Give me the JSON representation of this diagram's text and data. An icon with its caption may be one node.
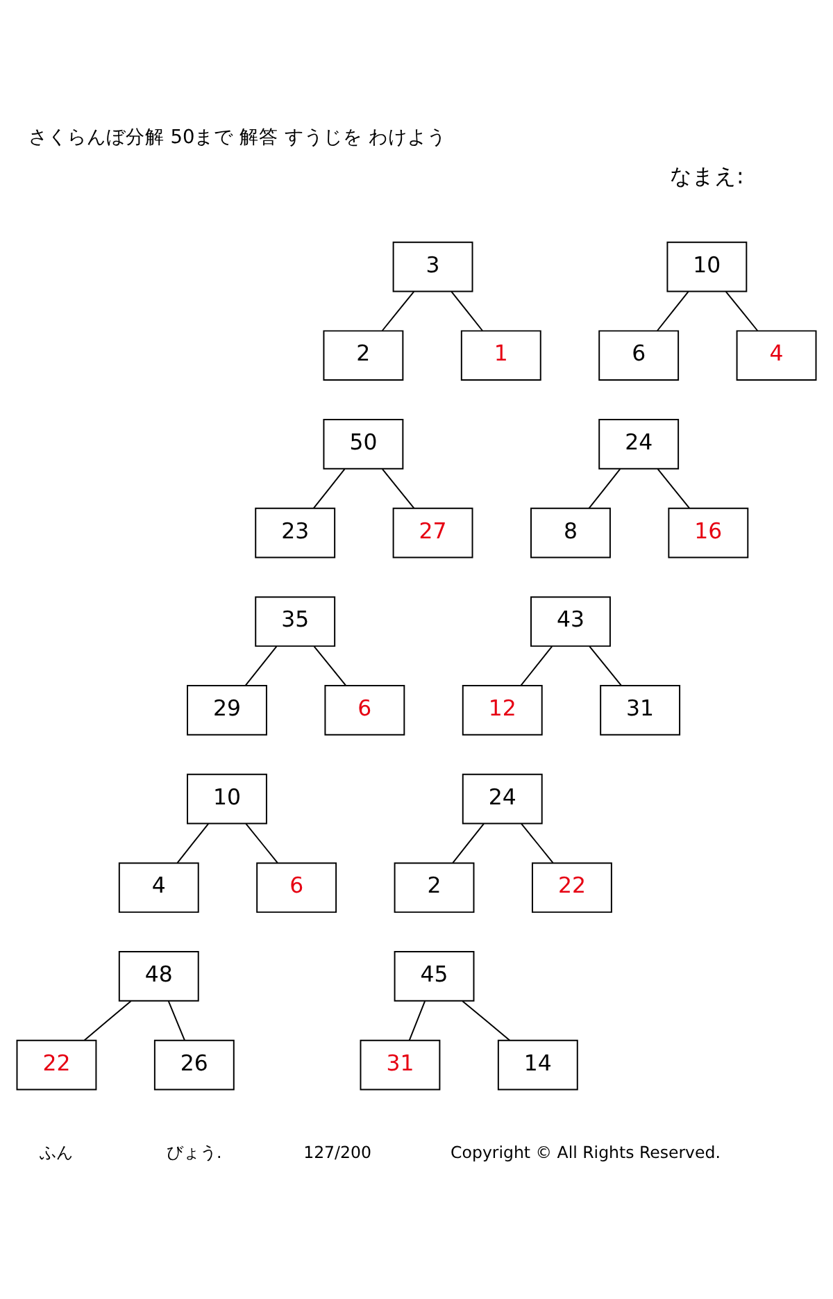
{
  "diagram": {
    "title": "さくらんぼ分解 50まで 解答 すうじを わけよう",
    "nodes": [
      {
        "text": [
          "3"
        ]
      },
      {
        "text": [
          "2"
        ]
      },
      {
        "text": [
          "1"
        ]
      },
      {
        "text": [
          "10"
        ]
      },
      {
        "text": [
          "6"
        ]
      },
      {
        "text": [
          "4"
        ]
      },
      {
        "text": [
          "50"
        ]
      },
      {
        "text": [
          "23"
        ]
      },
      {
        "text": [
          "27"
        ]
      },
      {
        "text": [
          "24"
        ]
      },
      {
        "text": [
          "8"
        ]
      },
      {
        "text": [
          "16"
        ]
      },
      {
        "text": [
          "35"
        ]
      },
      {
        "text": [
          "29"
        ]
      },
      {
        "text": [
          "6"
        ]
      },
      {
        "text": [
          "43"
        ]
      },
      {
        "text": [
          "12"
        ]
      },
      {
        "text": [
          "31"
        ]
      },
      {
        "text": [
          "10"
        ]
      },
      {
        "text": [
          "4"
        ]
      },
      {
        "text": [
          "6"
        ]
      },
      {
        "text": [
          "24"
        ]
      },
      {
        "text": [
          "2"
        ]
      },
      {
        "text": [
          "22"
        ]
      },
      {
        "text": [
          "48"
        ]
      },
      {
        "text": [
          "22"
        ]
      },
      {
        "text": [
          "26"
        ]
      },
      {
        "text": [
          "45"
        ]
      },
      {
        "text": [
          "31"
        ]
      },
      {
        "text": [
          "14"
        ]
      }
    ],
    "edges": [
      {
        "from": 0,
        "to": 1,
        "arrow": "none"
      },
      {
        "from": 0,
        "to": 2,
        "arrow": "none"
      },
      {
        "from": 3,
        "to": 4,
        "arrow": "none"
      },
      {
        "from": 3,
        "to": 5,
        "arrow": "none"
      },
      {
        "from": 6,
        "to": 7,
        "arrow": "none"
      },
      {
        "from": 6,
        "to": 8,
        "arrow": "none"
      },
      {
        "from": 9,
        "to": 10,
        "arrow": "none"
      },
      {
        "from": 9,
        "to": 11,
        "arrow": "none"
      },
      {
        "from": 12,
        "to": 13,
        "arrow": "none"
      },
      {
        "from": 12,
        "to": 14,
        "arrow": "none"
      },
      {
        "from": 15,
        "to": 16,
        "arrow": "none"
      },
      {
        "from": 15,
        "to": 17,
        "arrow": "none"
      },
      {
        "from": 18,
        "to": 19,
        "arrow": "none"
      },
      {
        "from": 18,
        "to": 20,
        "arrow": "none"
      },
      {
        "from": 21,
        "to": 22,
        "arrow": "none"
      },
      {
        "from": 21,
        "to": 23,
        "arrow": "none"
      },
      {
        "from": 24,
        "to": 25,
        "arrow": "none"
      },
      {
        "from": 24,
        "to": 26,
        "arrow": "none"
      },
      {
        "from": 27,
        "to": 28,
        "arrow": "none"
      },
      {
        "from": 27,
        "to": 29,
        "arrow": "none"
      }
    ],
    "labels": [
      "なまえ:",
      "ふん",
      "びょう.",
      "127/200",
      "Copyright © All Rights Reserved."
    ]
  }
}
